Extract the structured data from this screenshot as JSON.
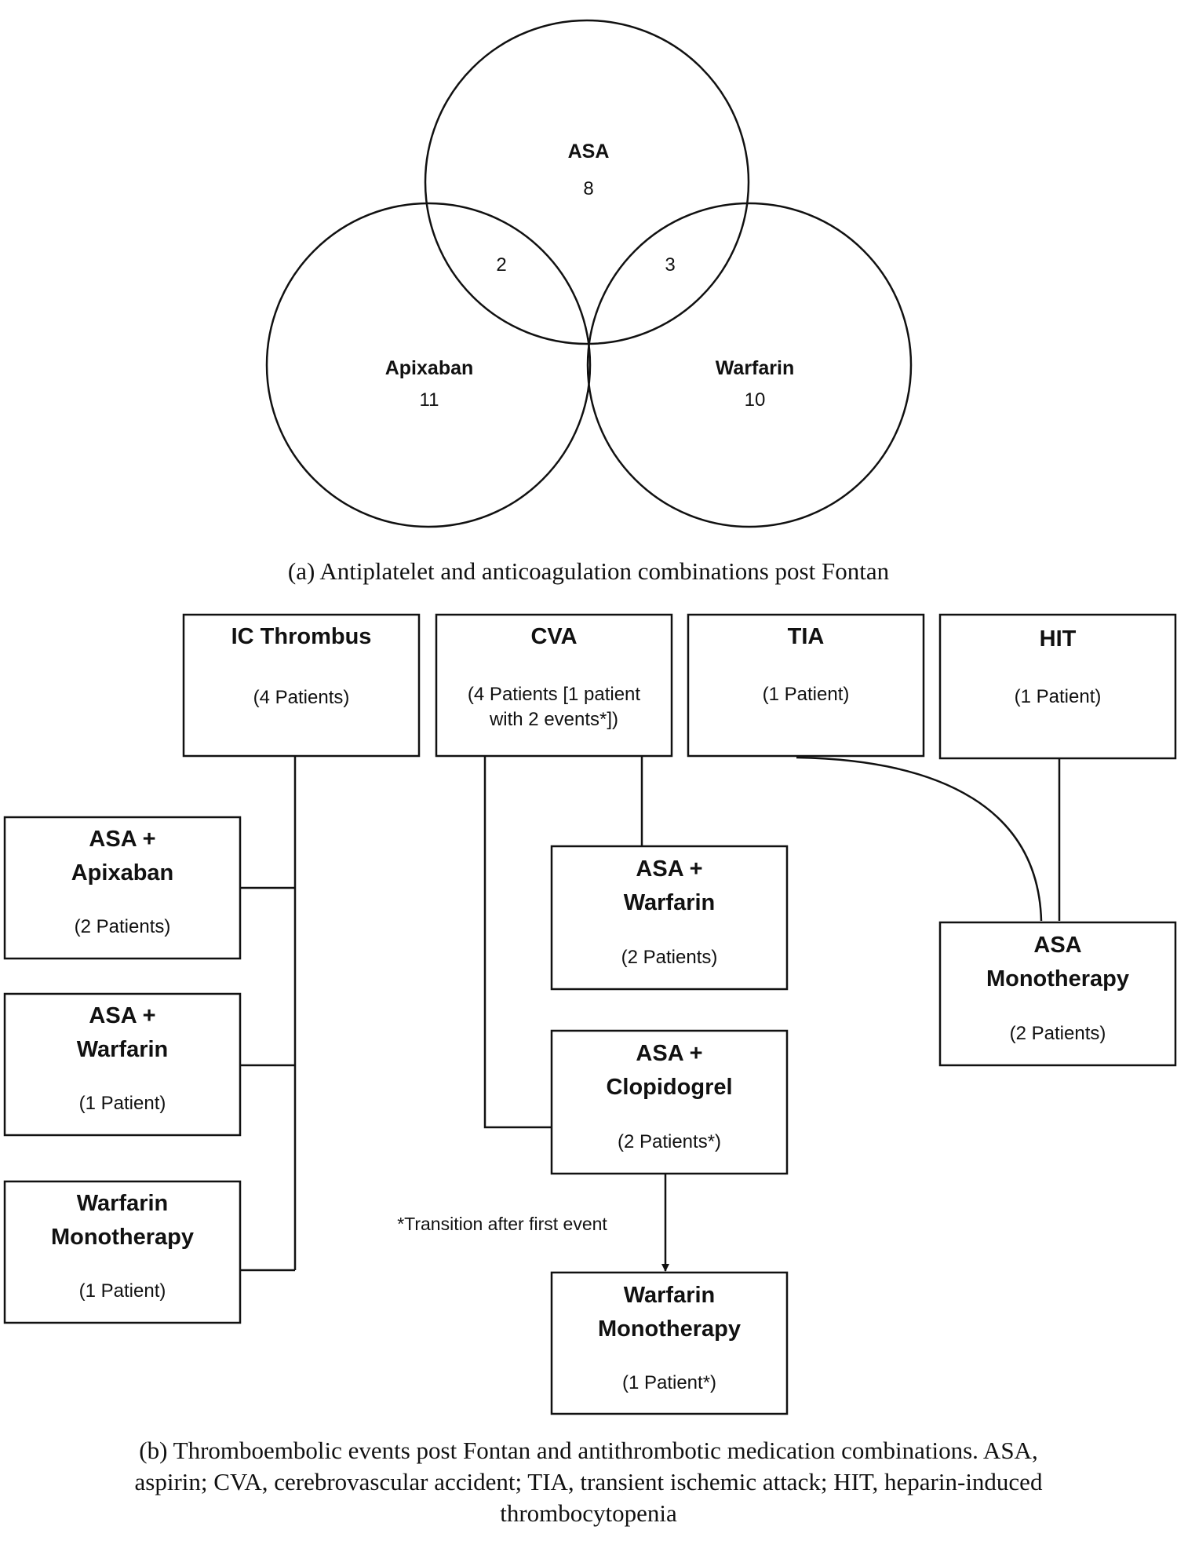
{
  "venn": {
    "sets": [
      {
        "name": "ASA",
        "count": "8"
      },
      {
        "name": "Apixaban",
        "count": "11"
      },
      {
        "name": "Warfarin",
        "count": "10"
      }
    ],
    "overlaps": {
      "asa_apixaban": "2",
      "asa_warfarin": "3"
    }
  },
  "caption_a": "(a) Antiplatelet and anticoagulation combinations post Fontan",
  "events": {
    "ic_thrombus": {
      "title": "IC Thrombus",
      "count": "(4 Patients)"
    },
    "cva": {
      "title": "CVA",
      "count_line1": "(4 Patients [1 patient",
      "count_line2": "with 2 events*])"
    },
    "tia": {
      "title": "TIA",
      "count": "(1 Patient)"
    },
    "hit": {
      "title": "HIT",
      "count": "(1 Patient)"
    }
  },
  "regimens": {
    "ic_asa_apixaban": {
      "line1": "ASA +",
      "line2": "Apixaban",
      "count": "(2 Patients)"
    },
    "ic_asa_warfarin": {
      "line1": "ASA +",
      "line2": "Warfarin",
      "count": "(1 Patient)"
    },
    "ic_warfarin_mono": {
      "line1": "Warfarin",
      "line2": "Monotherapy",
      "count": "(1 Patient)"
    },
    "cva_asa_warfarin": {
      "line1": "ASA +",
      "line2": "Warfarin",
      "count": "(2 Patients)"
    },
    "cva_asa_clopidogrel": {
      "line1": "ASA +",
      "line2": "Clopidogrel",
      "count": "(2 Patients*)"
    },
    "cva_warfarin_mono": {
      "line1": "Warfarin",
      "line2": "Monotherapy",
      "count": "(1 Patient*)"
    },
    "asa_mono": {
      "line1": "ASA",
      "line2": "Monotherapy",
      "count": "(2 Patients)"
    }
  },
  "transition_note": "*Transition after first event",
  "caption_b": {
    "line1": "(b) Thromboembolic events post Fontan and antithrombotic medication combinations. ASA,",
    "line2": "aspirin; CVA, cerebrovascular accident; TIA, transient ischemic attack; HIT, heparin-induced",
    "line3": "thrombocytopenia"
  }
}
